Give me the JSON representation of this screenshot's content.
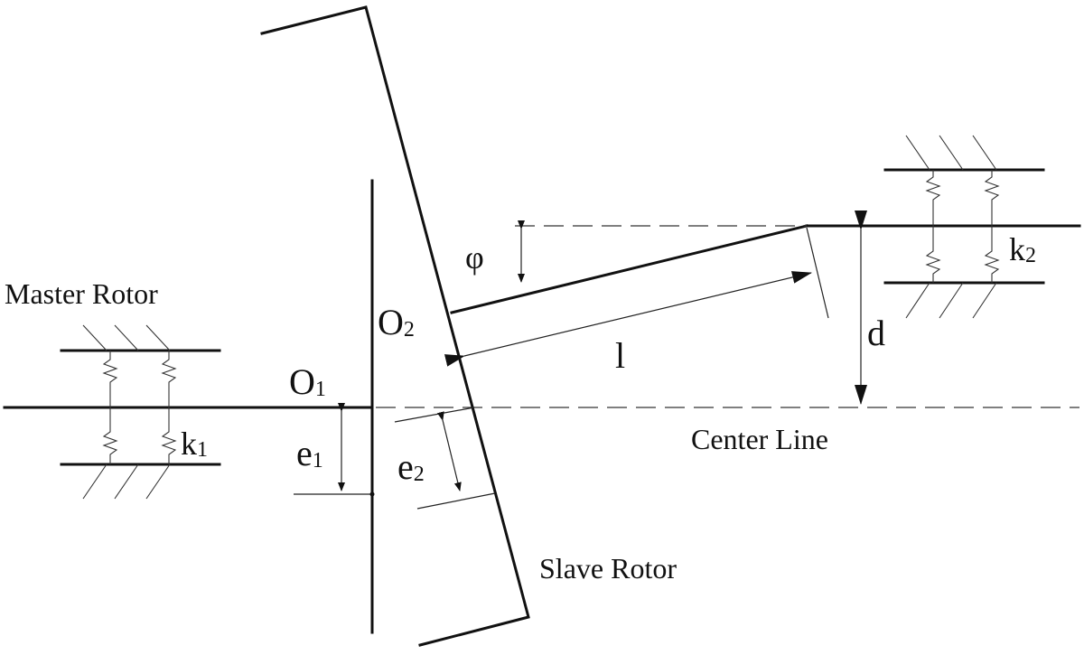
{
  "labels": {
    "master_rotor": "Master Rotor",
    "slave_rotor": "Slave Rotor",
    "center_line": "Center Line",
    "o1": {
      "main": "O",
      "sub": "1"
    },
    "o2": {
      "main": "O",
      "sub": "2"
    },
    "e1": {
      "main": "e",
      "sub": "1"
    },
    "e2": {
      "main": "e",
      "sub": "2"
    },
    "k1": {
      "main": "k",
      "sub": "1"
    },
    "k2": {
      "main": "k",
      "sub": "2"
    },
    "phi": "φ",
    "l": "l",
    "d": "d"
  },
  "colors": {
    "ink": "#111111",
    "background": "#ffffff"
  }
}
